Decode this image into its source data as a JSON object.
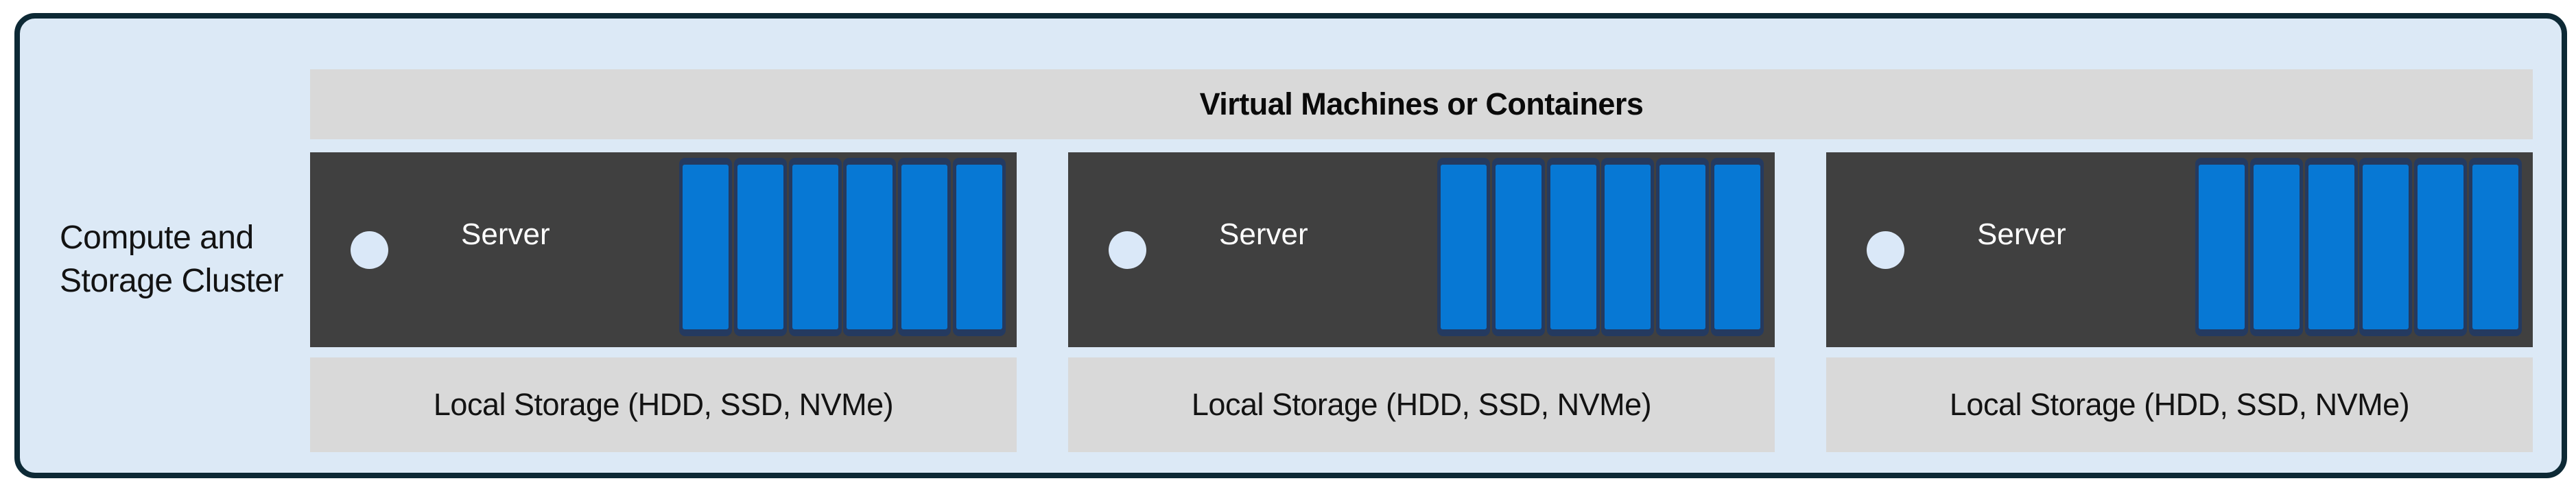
{
  "cluster": {
    "label_line1": "Compute and",
    "label_line2": "Storage Cluster"
  },
  "header": {
    "label": "Virtual Machines or Containers"
  },
  "servers": [
    {
      "label": "Server",
      "storage": "Local Storage (HDD, SSD, NVMe)",
      "disk_count": 6
    },
    {
      "label": "Server",
      "storage": "Local Storage (HDD, SSD, NVMe)",
      "disk_count": 6
    },
    {
      "label": "Server",
      "storage": "Local Storage (HDD, SSD, NVMe)",
      "disk_count": 6
    }
  ],
  "colors": {
    "canvas_bg": "#ffffff",
    "cluster_bg": "#dce9f6",
    "cluster_border": "#0d2935",
    "band_gray": "#d9d9d9",
    "server_gray": "#404040",
    "disk_blue": "#0778d4",
    "disk_border_navy": "#243a60",
    "led_fill": "#dae8f8",
    "text_dark": "#131313",
    "text_light": "#ffffff"
  }
}
